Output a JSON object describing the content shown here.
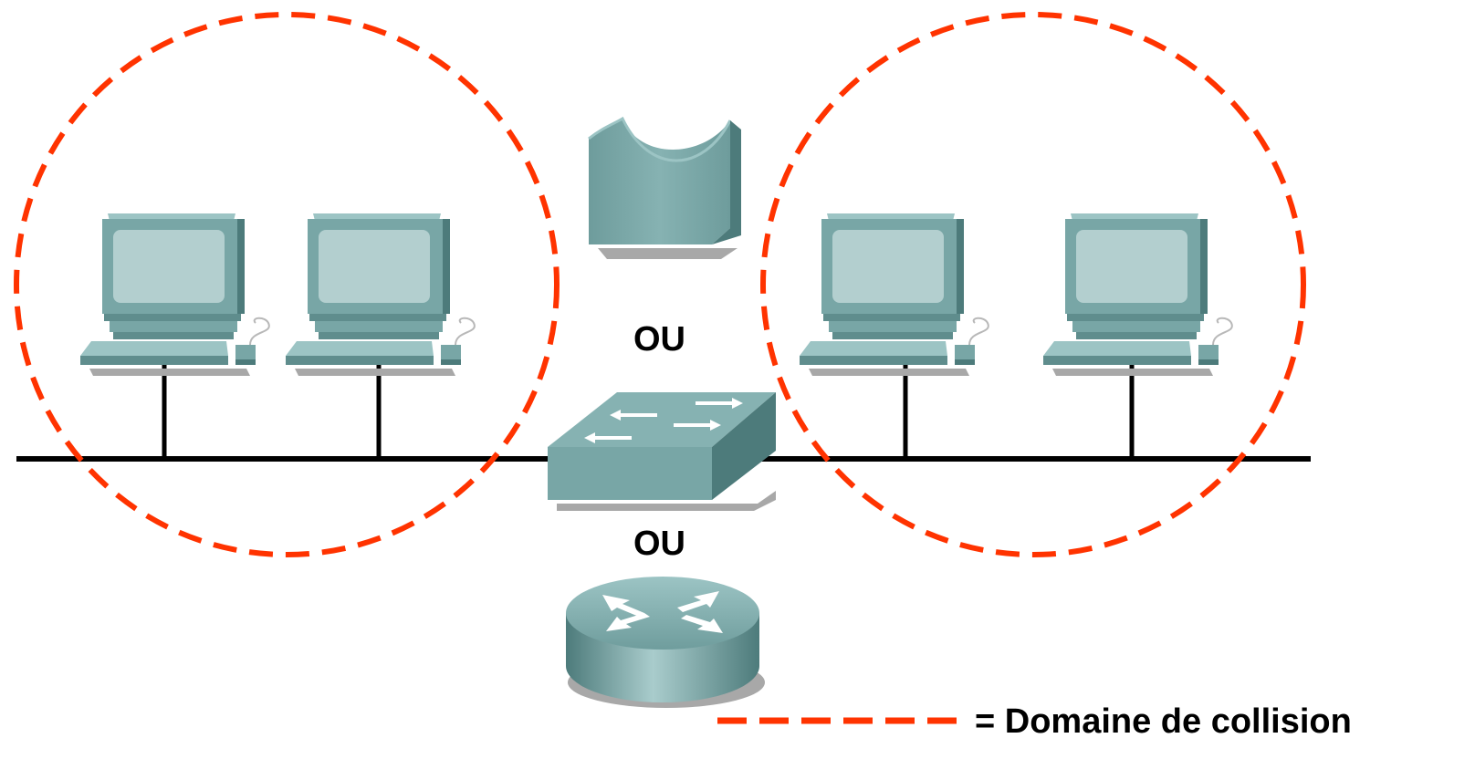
{
  "labels": {
    "or_top": "OU",
    "or_bottom": "OU",
    "legend_text": "= Domaine de collision"
  },
  "colors": {
    "collision_domain": "#ff3300",
    "device_face": "#78a6a6",
    "device_light": "#9cc4c4",
    "device_dark": "#4d7b7b",
    "screen": "#b3cfcf",
    "network_line": "#000000"
  },
  "icons": [
    "workstation-icon",
    "bridge-icon",
    "switch-icon",
    "router-icon"
  ]
}
